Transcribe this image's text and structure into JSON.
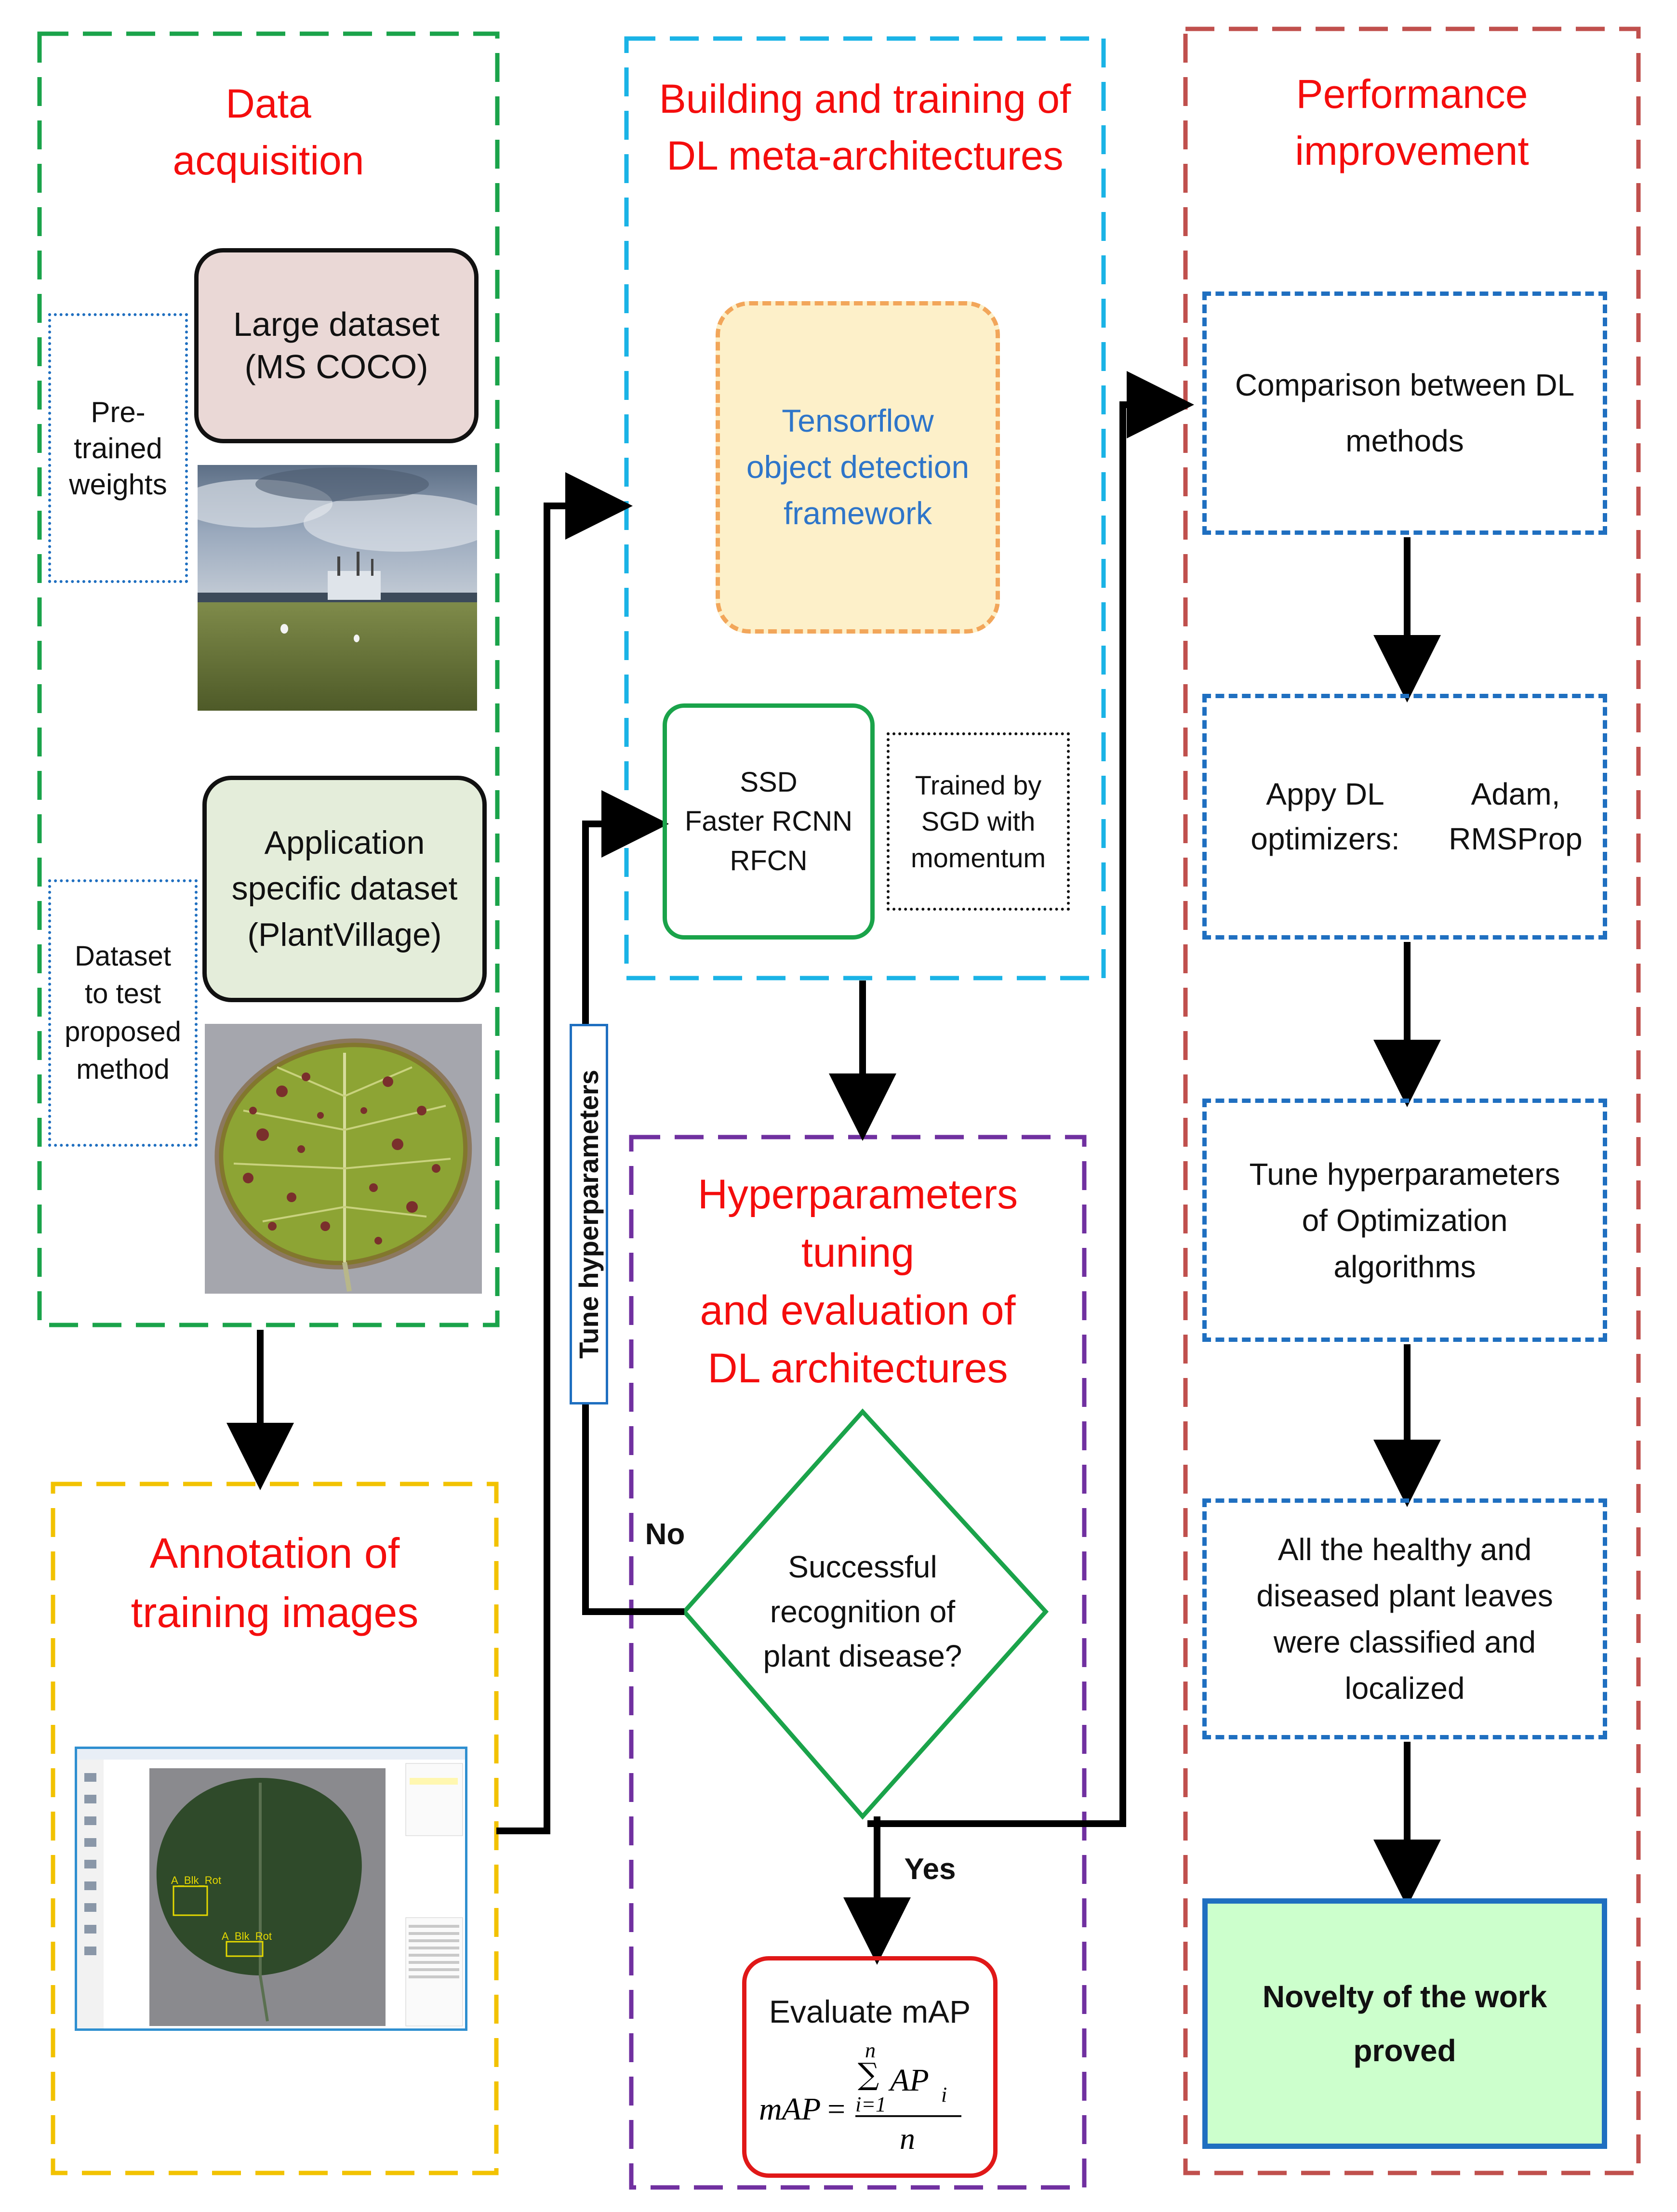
{
  "columns": {
    "data_acquisition": {
      "title": "Data\nacquisition",
      "large_dataset": "Large dataset\n(MS COCO)",
      "pretrained_weights": "Pre-\ntrained\nweights",
      "app_dataset": "Application\nspecific dataset\n(PlantVillage)",
      "dataset_to_test": "Dataset\nto test\nproposed\nmethod"
    },
    "building": {
      "title": "Building and training of\nDL meta-architectures",
      "framework": "Tensorflow\nobject detection\nframework",
      "models": "SSD\nFaster RCNN\nRFCN",
      "trained_by": "Trained by\nSGD with\nmomentum"
    },
    "performance": {
      "title": "Performance\nimprovement",
      "comparison": "Comparison between DL\nmethods",
      "appy": "Appy DL\noptimizers:",
      "optimizers": "Adam,\nRMSProp",
      "tune_hyper": "Tune hyperparameters\nof Optimization\nalgorithms",
      "classified": "All the healthy and\ndiseased plant leaves\nwere classified and\nlocalized",
      "novelty": "Novelty of the work\nproved"
    },
    "annotation": {
      "title": "Annotation of\ntraining images",
      "label_1": "A_Blk_Rot",
      "label_2": "A_Blk_Rot"
    },
    "hyperparameters": {
      "title": "Hyperparameters\ntuning\nand evaluation of\nDL architectures",
      "decision": "Successful\nrecognition of\nplant disease?",
      "no": "No",
      "yes": "Yes",
      "tune_vertical": "Tune hyperparameters",
      "evaluate": "Evaluate mAP",
      "formula": {
        "lhs": "mAP",
        "eq": "=",
        "sum": "∑",
        "upper": "n",
        "lower": "i=1",
        "ap": "AP",
        "sub": "i",
        "denominator": "n"
      }
    }
  },
  "colors": {
    "green_dash": "#1aa34a",
    "cyan_dash": "#1ab3e6",
    "brown_dash": "#c0504d",
    "yellow_dash": "#f2c200",
    "purple_dash": "#7030a0",
    "blue_dash": "#1f6fc0",
    "title_red": "#f40d0d",
    "framework_blue": "#2e75c9"
  }
}
